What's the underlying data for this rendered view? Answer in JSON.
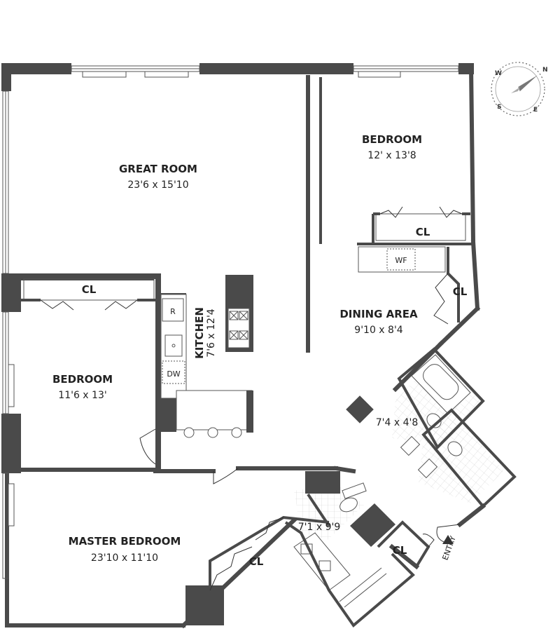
{
  "rooms": {
    "great_room": {
      "name": "GREAT ROOM",
      "size": "23'6 x 15'10"
    },
    "bedroom_ne": {
      "name": "BEDROOM",
      "size": "12' x 13'8"
    },
    "bedroom_w": {
      "name": "BEDROOM",
      "size": "11'6 x 13'"
    },
    "kitchen": {
      "name": "KITCHEN",
      "size": "7'6 x 12'4"
    },
    "dining": {
      "name": "DINING AREA",
      "size": "9'10 x 8'4"
    },
    "master": {
      "name": "MASTER BEDROOM",
      "size": "23'10 x 11'10"
    },
    "bath_1": {
      "size": "7'4 x 4'8"
    },
    "bath_2": {
      "size": "7'1 x 9'9"
    }
  },
  "closets": {
    "label": "CL"
  },
  "fixtures": {
    "refrigerator": "R",
    "dishwasher": "DW",
    "washer": "WF"
  },
  "entry": {
    "label": "ENTRY"
  },
  "compass": {
    "n": "N",
    "e": "E",
    "s": "S",
    "w": "W"
  }
}
